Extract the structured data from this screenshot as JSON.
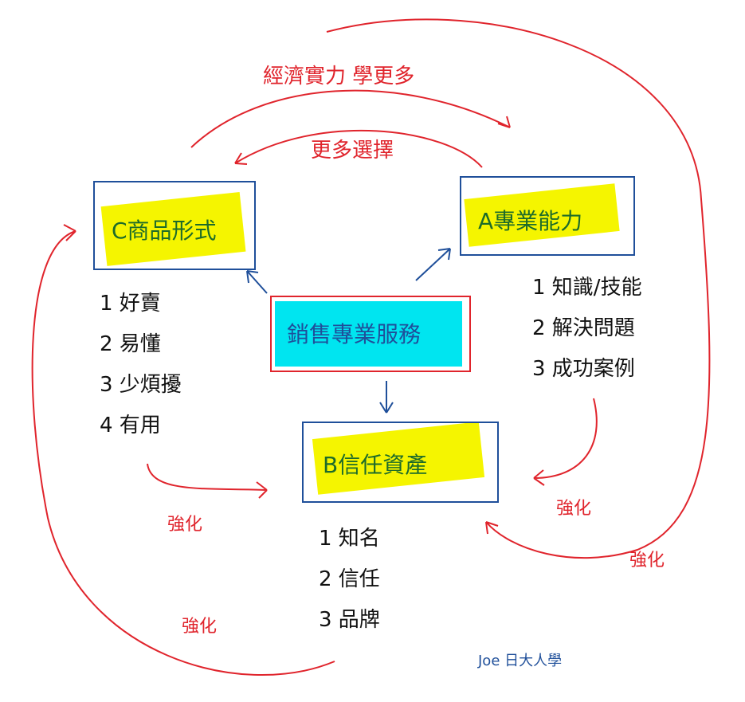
{
  "top_labels": {
    "outer": "經濟實力 學更多",
    "inner": "更多選擇"
  },
  "boxes": {
    "c": "C商品形式",
    "a": "A專業能力",
    "center": "銷售專業服務",
    "b": "B信任資產"
  },
  "lists": {
    "c": [
      "1 好賣",
      "2 易懂",
      "3 少煩擾",
      "4 有用"
    ],
    "a": [
      "1 知識/技能",
      "2 解決問題",
      "3 成功案例"
    ],
    "b": [
      "1 知名",
      "2 信任",
      "3 品牌"
    ]
  },
  "reinforce": [
    "強化",
    "強化",
    "強化",
    "強化"
  ],
  "signature": "Joe 日大人學",
  "colors": {
    "red": "#e0242c",
    "blue": "#1f4f9a",
    "yellow": "#f5f500",
    "cyan": "#00e5f0"
  }
}
